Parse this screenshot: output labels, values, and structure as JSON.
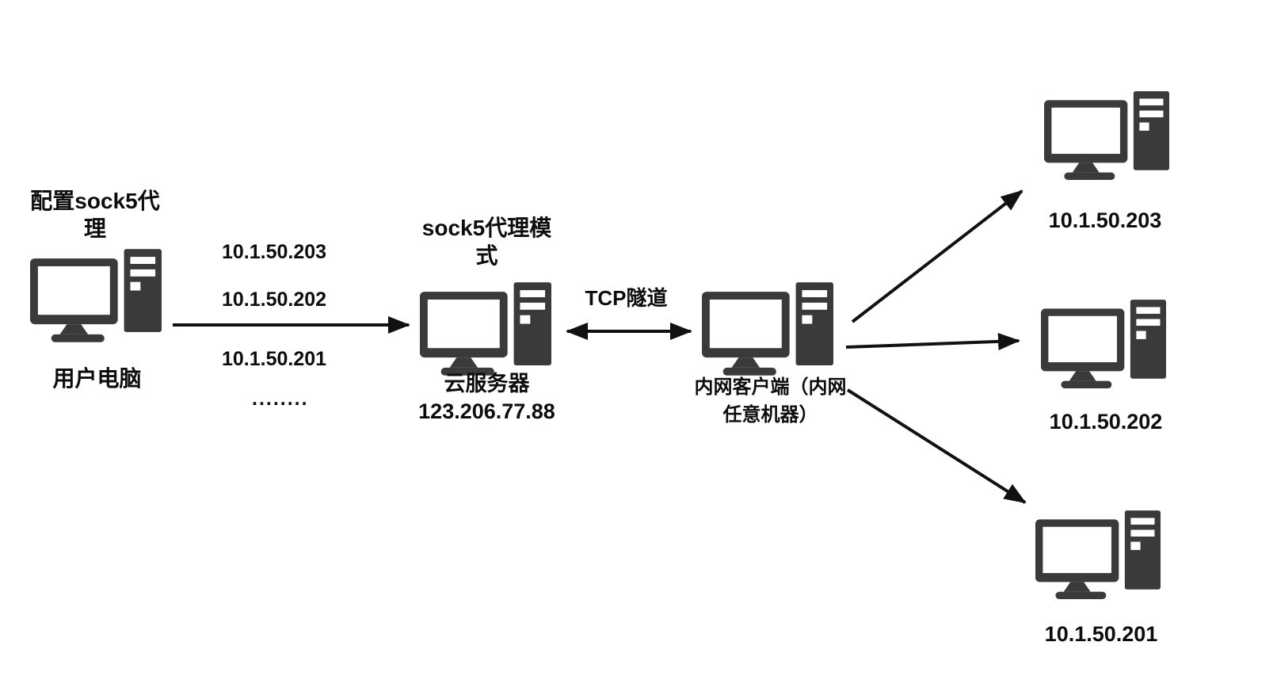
{
  "nodes": {
    "user": {
      "title": "配置sock5代\n理",
      "caption": "用户电脑"
    },
    "server": {
      "title": "sock5代理模\n式",
      "caption": "云服务器\n123.206.77.88"
    },
    "client": {
      "caption": "内网客户端（内网\n任意机器）"
    },
    "targets": [
      {
        "ip": "10.1.50.203"
      },
      {
        "ip": "10.1.50.202"
      },
      {
        "ip": "10.1.50.201"
      }
    ]
  },
  "labels": {
    "tunnel": "TCP隧道",
    "route_ips": [
      "10.1.50.203",
      "10.1.50.202",
      "10.1.50.201",
      "........"
    ]
  },
  "colors": {
    "icon": "#3a3a3a",
    "line": "#111111",
    "text": "#0d0d0d"
  }
}
